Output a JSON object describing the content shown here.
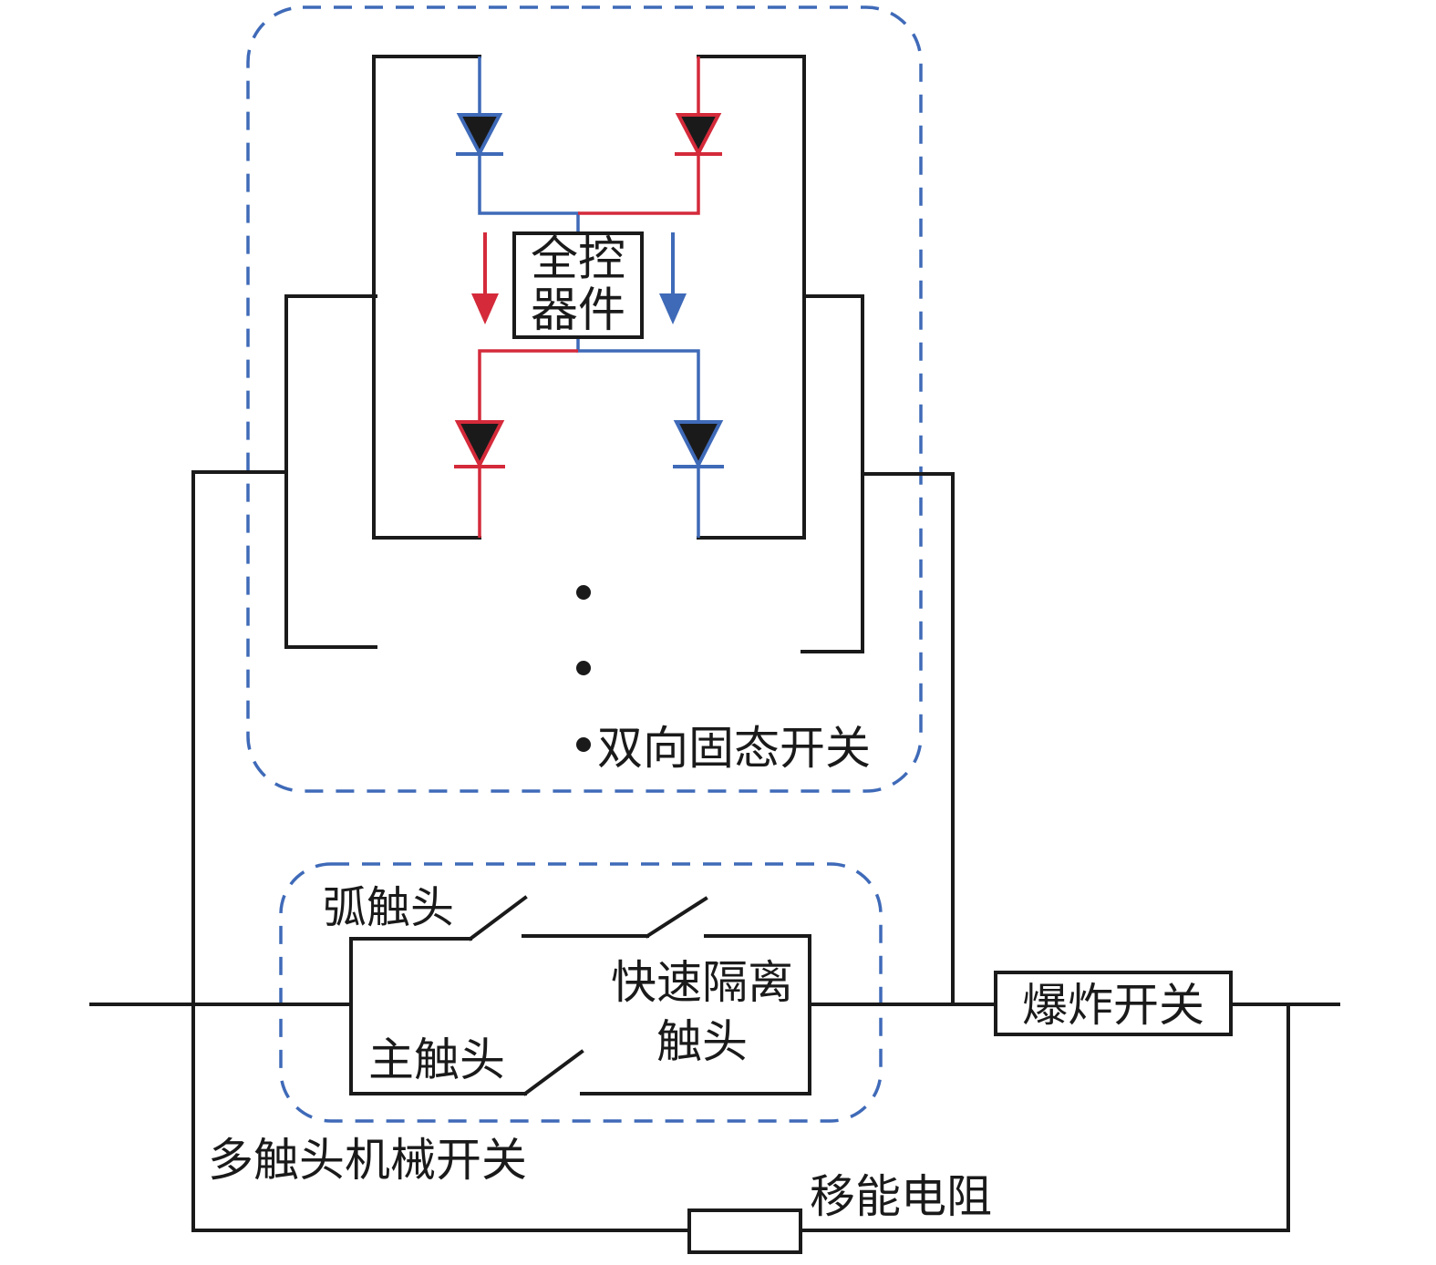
{
  "labels": {
    "full_control_device_line1": "全控",
    "full_control_device_line2": "器件",
    "bidirectional_ss_switch": "双向固态开关",
    "arc_contact": "弧触头",
    "main_contact": "主触头",
    "fast_isolation_line1": "快速隔离",
    "fast_isolation_line2": "触头",
    "explosion_switch": "爆炸开关",
    "multi_contact_mech_switch": "多触头机械开关",
    "energy_absorbing_resistor": "移能电阻"
  },
  "colors": {
    "wire": "#1a1a1a",
    "blue_path": "#3f6ab8",
    "red_path": "#d42a3a",
    "dashed_group": "#3f6ab8"
  }
}
